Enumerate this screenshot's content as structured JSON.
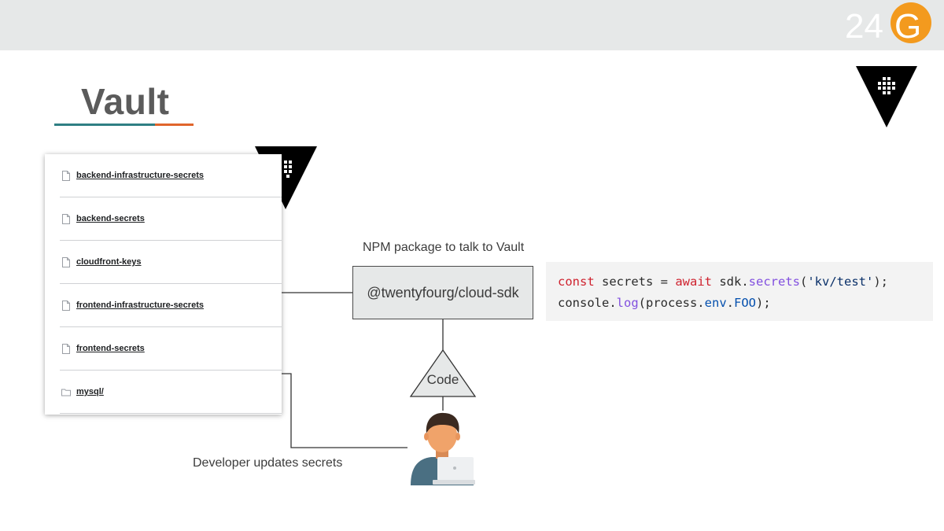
{
  "brand": {
    "logo_text_main": "24",
    "logo_text_accent": "G",
    "colors": {
      "accent_orange": "#f39a1e",
      "text_white": "#ffffff",
      "bar_gray": "#e6e8e8"
    }
  },
  "slide": {
    "title": "Vault",
    "underline_colors": [
      "#2f7f83",
      "#2f7f83",
      "#e0652c"
    ]
  },
  "vault_logo": {
    "icon": "vault-triangle-logo",
    "color": "#000000"
  },
  "secrets_list": {
    "items": [
      {
        "label": "backend-infrastructure-secrets",
        "icon": "file-icon"
      },
      {
        "label": "backend-secrets",
        "icon": "file-icon"
      },
      {
        "label": "cloudfront-keys",
        "icon": "file-icon"
      },
      {
        "label": "frontend-infrastructure-secrets",
        "icon": "file-icon"
      },
      {
        "label": "frontend-secrets",
        "icon": "file-icon"
      },
      {
        "label": "mysql/",
        "icon": "folder-icon"
      }
    ]
  },
  "diagram": {
    "npm_caption": "NPM package to talk to Vault",
    "sdk_package": "@twentyfourg/cloud-sdk",
    "code_label": "Code",
    "developer_caption": "Developer updates secrets",
    "developer_icon": "developer-laptop-icon"
  },
  "code_sample": {
    "line1": {
      "kw_const": "const",
      "plain_1": " secrets = ",
      "kw_await": "await",
      "plain_2": " sdk.",
      "fn_secrets": "secrets",
      "plain_3": "(",
      "str_arg": "'kv/test'",
      "plain_4": ");"
    },
    "line2": {
      "plain_1": "console.",
      "fn_log": "log",
      "plain_2": "(process.",
      "prop_env": "env",
      "plain_3": ".",
      "prop_foo": "FOO",
      "plain_4": ");"
    }
  }
}
